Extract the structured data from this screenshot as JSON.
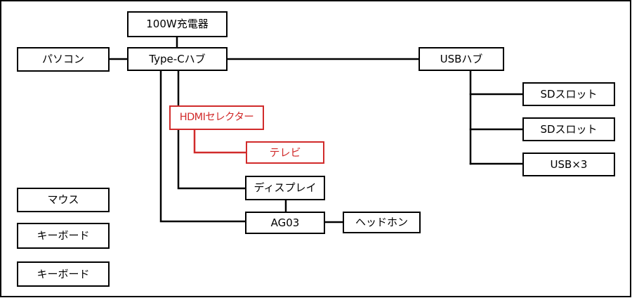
{
  "diagram": {
    "title": "",
    "colors": {
      "line": "#000000",
      "highlight": "#d12b2b",
      "background": "#ffffff"
    },
    "nodes": {
      "charger": {
        "label": "100W充電器"
      },
      "pc": {
        "label": "パソコン"
      },
      "typec_hub": {
        "label": "Type-Cハブ"
      },
      "usb_hub": {
        "label": "USBハブ"
      },
      "sd_slot_1": {
        "label": "SDスロット"
      },
      "sd_slot_2": {
        "label": "SDスロット"
      },
      "usb_x3": {
        "label": "USB×3"
      },
      "hdmi_selector": {
        "label": "HDMIセレクター",
        "highlighted": true
      },
      "tv": {
        "label": "テレビ",
        "highlighted": true
      },
      "display": {
        "label": "ディスプレイ"
      },
      "ag03": {
        "label": "AG03"
      },
      "headphones": {
        "label": "ヘッドホン"
      },
      "mouse": {
        "label": "マウス"
      },
      "keyboard_1": {
        "label": "キーボード"
      },
      "keyboard_2": {
        "label": "キーボード"
      }
    },
    "connections": [
      {
        "from": "charger",
        "to": "typec_hub"
      },
      {
        "from": "pc",
        "to": "typec_hub"
      },
      {
        "from": "typec_hub",
        "to": "usb_hub"
      },
      {
        "from": "typec_hub",
        "to": "display"
      },
      {
        "from": "typec_hub",
        "to": "ag03"
      },
      {
        "from": "display",
        "to": "ag03"
      },
      {
        "from": "ag03",
        "to": "headphones"
      },
      {
        "from": "usb_hub",
        "to": "sd_slot_1"
      },
      {
        "from": "usb_hub",
        "to": "sd_slot_2"
      },
      {
        "from": "usb_hub",
        "to": "usb_x3"
      },
      {
        "from": "hdmi_selector",
        "to": "tv",
        "highlighted": true
      }
    ]
  }
}
